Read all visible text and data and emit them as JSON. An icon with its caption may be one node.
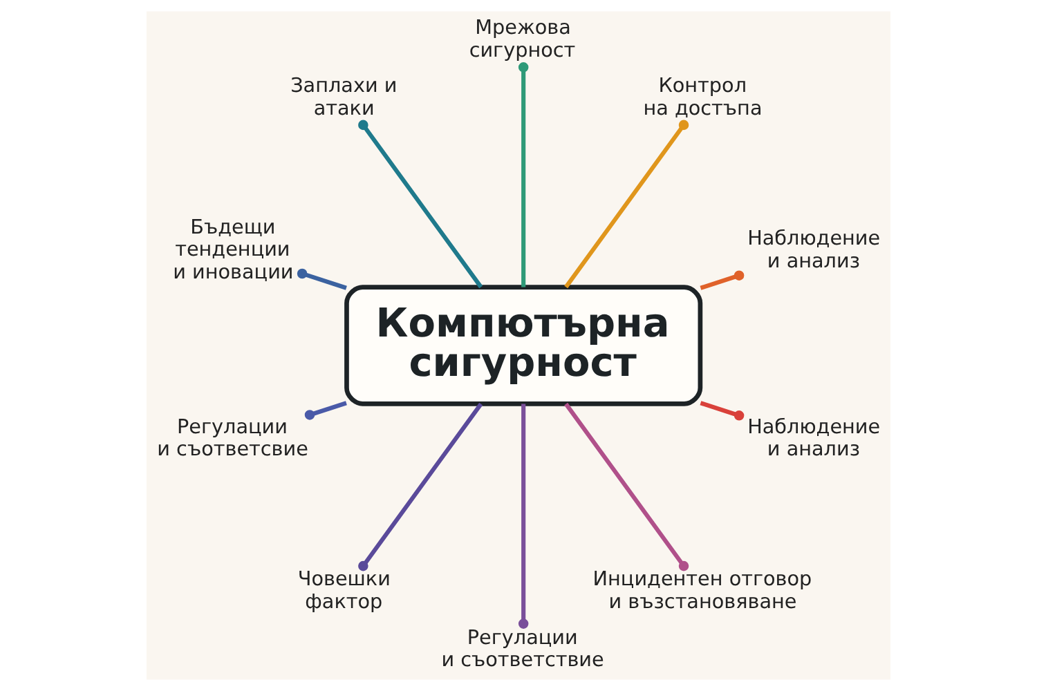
{
  "diagram": {
    "nodes": [
      {
        "text": [
          "Компютърна сигурност"
        ]
      },
      {
        "text": [
          "Бъдещи тенденции и иновации"
        ]
      },
      {
        "text": [
          "Заплахи и атаки"
        ]
      },
      {
        "text": [
          "Мрежова сигурност"
        ]
      },
      {
        "text": [
          "Контрол на достъпа"
        ]
      },
      {
        "text": [
          "Наблюдение и анализ"
        ]
      },
      {
        "text": [
          "Наблюдение и анализ"
        ]
      },
      {
        "text": [
          "Инцидентен отговор и възстановяване"
        ]
      },
      {
        "text": [
          "Регулации и съответствие"
        ]
      },
      {
        "text": [
          "Човешки фактор"
        ]
      },
      {
        "text": [
          "Регулации и съответсвие"
        ]
      }
    ],
    "edges": [
      {
        "from": 0,
        "to": 1,
        "arrow": "other",
        "color": "#3b62a0"
      },
      {
        "from": 0,
        "to": 2,
        "arrow": "other",
        "color": "#1f7a8c"
      },
      {
        "from": 0,
        "to": 3,
        "arrow": "other",
        "color": "#2e9a78"
      },
      {
        "from": 0,
        "to": 4,
        "arrow": "other",
        "color": "#e0961c"
      },
      {
        "from": 0,
        "to": 5,
        "arrow": "other",
        "color": "#e0622a"
      },
      {
        "from": 0,
        "to": 6,
        "arrow": "other",
        "color": "#d9413a"
      },
      {
        "from": 0,
        "to": 7,
        "arrow": "other",
        "color": "#b0508a"
      },
      {
        "from": 0,
        "to": 8,
        "arrow": "other",
        "color": "#7a4f9a"
      },
      {
        "from": 0,
        "to": 9,
        "arrow": "other",
        "color": "#5a4a9a"
      },
      {
        "from": 0,
        "to": 10,
        "arrow": "other",
        "color": "#4a5aa8"
      }
    ]
  }
}
